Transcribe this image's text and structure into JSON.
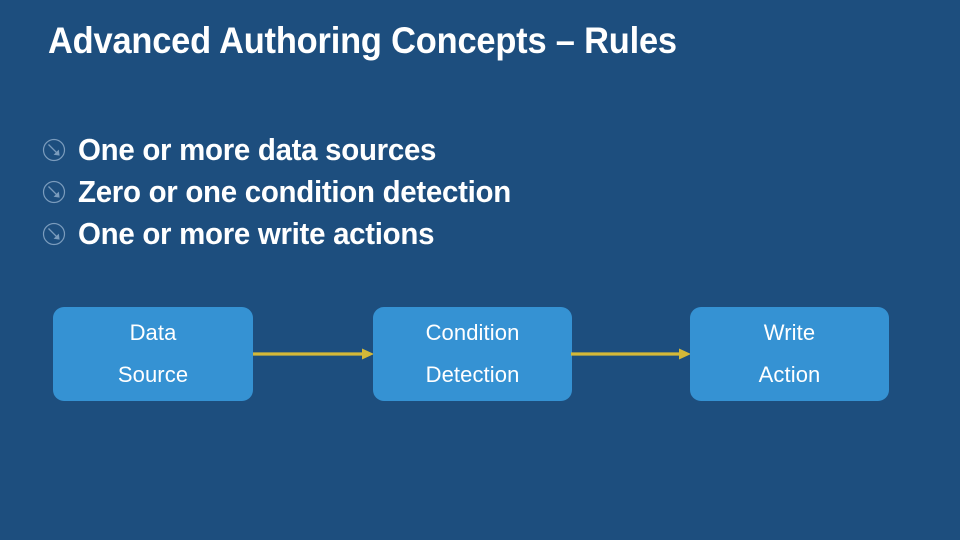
{
  "slide": {
    "title": "Advanced Authoring Concepts – Rules",
    "background_color": "#1d4e7e"
  },
  "bullets": {
    "marker_icon": "circled-diagonal-arrow-icon",
    "marker_color": "#7b9cbd",
    "text_color": "#ffffff",
    "items": [
      {
        "text": "One or more data sources"
      },
      {
        "text": "Zero or one condition detection"
      },
      {
        "text": "One or more write actions"
      }
    ]
  },
  "diagram": {
    "box_fill_color": "#3592d3",
    "box_text_color": "#ffffff",
    "arrow_color": "#d4b838",
    "boxes": [
      {
        "line1": "Data",
        "line2": "Source"
      },
      {
        "line1": "Condition",
        "line2": "Detection"
      },
      {
        "line1": "Write",
        "line2": "Action"
      }
    ],
    "arrows": [
      {
        "label": "arrow-data-source-to-condition-detection"
      },
      {
        "label": "arrow-condition-detection-to-write-action"
      }
    ]
  }
}
